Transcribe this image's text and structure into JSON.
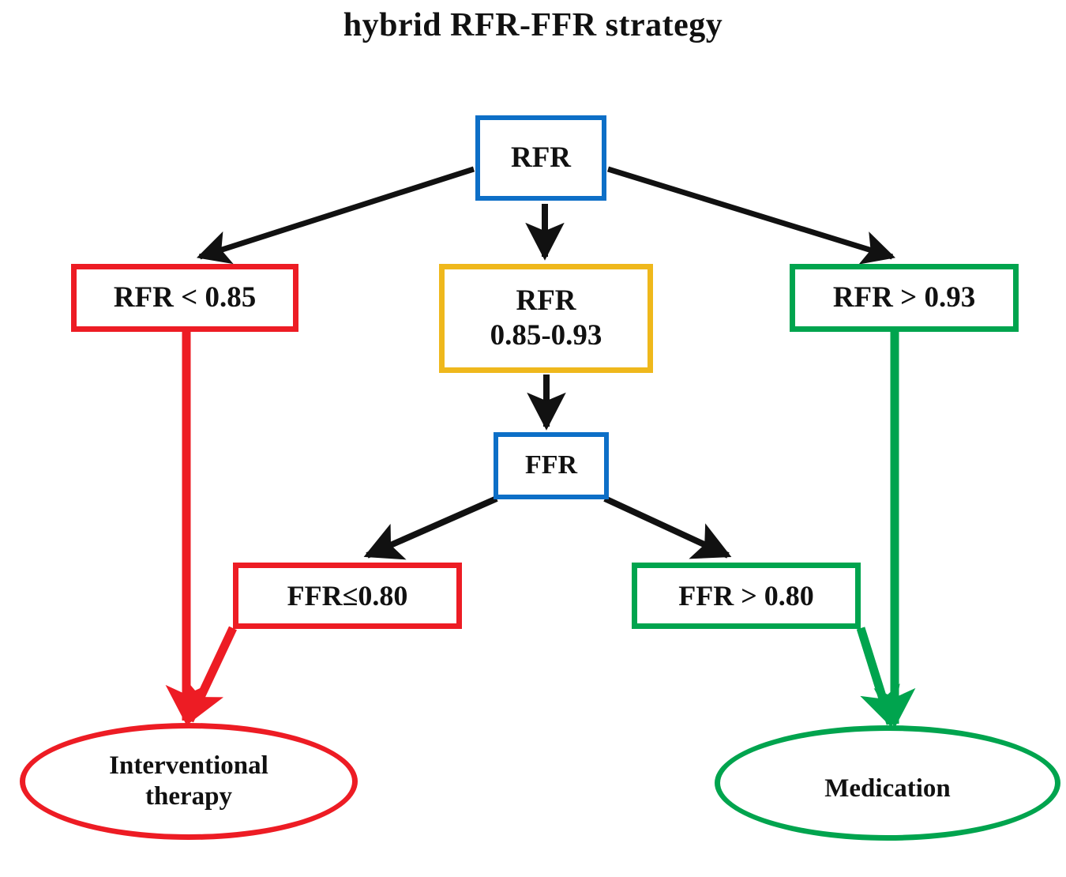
{
  "page": {
    "title": "hybrid RFR-FFR strategy",
    "background": "#ffffff"
  },
  "colors": {
    "blue": "#0D6FC7",
    "red": "#ED1C24",
    "orange": "#EFB81C",
    "green": "#00A44E",
    "black": "#111111",
    "text": "#111111"
  },
  "chart_data": {
    "type": "diagram",
    "title": "hybrid RFR-FFR strategy",
    "nodes": [
      {
        "id": "rfr-root",
        "label": "RFR",
        "shape": "rect",
        "color": "#0D6FC7"
      },
      {
        "id": "rfr-low",
        "label": "RFR < 0.85",
        "shape": "rect",
        "color": "#ED1C24"
      },
      {
        "id": "rfr-mid",
        "label": "RFR\n0.85-0.93",
        "shape": "rect",
        "color": "#EFB81C"
      },
      {
        "id": "rfr-high",
        "label": "RFR > 0.93",
        "shape": "rect",
        "color": "#00A44E"
      },
      {
        "id": "ffr-root",
        "label": "FFR",
        "shape": "rect",
        "color": "#0D6FC7"
      },
      {
        "id": "ffr-low",
        "label": "FFR≤0.80",
        "shape": "rect",
        "color": "#ED1C24"
      },
      {
        "id": "ffr-high",
        "label": "FFR > 0.80",
        "shape": "rect",
        "color": "#00A44E"
      },
      {
        "id": "interventional",
        "label": "Interventional\ntherapy",
        "shape": "ellipse",
        "color": "#ED1C24"
      },
      {
        "id": "medication",
        "label": "Medication",
        "shape": "ellipse",
        "color": "#00A44E"
      }
    ],
    "edges": [
      {
        "from": "rfr-root",
        "to": "rfr-low",
        "color": "#111111",
        "style": "arrow"
      },
      {
        "from": "rfr-root",
        "to": "rfr-mid",
        "color": "#111111",
        "style": "arrow"
      },
      {
        "from": "rfr-root",
        "to": "rfr-high",
        "color": "#111111",
        "style": "arrow"
      },
      {
        "from": "rfr-mid",
        "to": "ffr-root",
        "color": "#111111",
        "style": "arrow"
      },
      {
        "from": "ffr-root",
        "to": "ffr-low",
        "color": "#111111",
        "style": "arrow"
      },
      {
        "from": "ffr-root",
        "to": "ffr-high",
        "color": "#111111",
        "style": "arrow"
      },
      {
        "from": "rfr-low",
        "to": "interventional",
        "color": "#ED1C24",
        "style": "arrow"
      },
      {
        "from": "ffr-low",
        "to": "interventional",
        "color": "#ED1C24",
        "style": "arrow"
      },
      {
        "from": "rfr-high",
        "to": "medication",
        "color": "#00A44E",
        "style": "arrow"
      },
      {
        "from": "ffr-high",
        "to": "medication",
        "color": "#00A44E",
        "style": "arrow"
      }
    ]
  },
  "nodes": {
    "rfr_root": {
      "label": "RFR"
    },
    "rfr_low": {
      "label": "RFR < 0.85"
    },
    "rfr_mid": {
      "label": "RFR\n0.85-0.93"
    },
    "rfr_high": {
      "label": "RFR > 0.93"
    },
    "ffr_root": {
      "label": "FFR"
    },
    "ffr_low": {
      "label": "FFR≤0.80"
    },
    "ffr_high": {
      "label": "FFR > 0.80"
    },
    "interventional": {
      "label": "Interventional\ntherapy"
    },
    "medication": {
      "label": "Medication"
    }
  }
}
